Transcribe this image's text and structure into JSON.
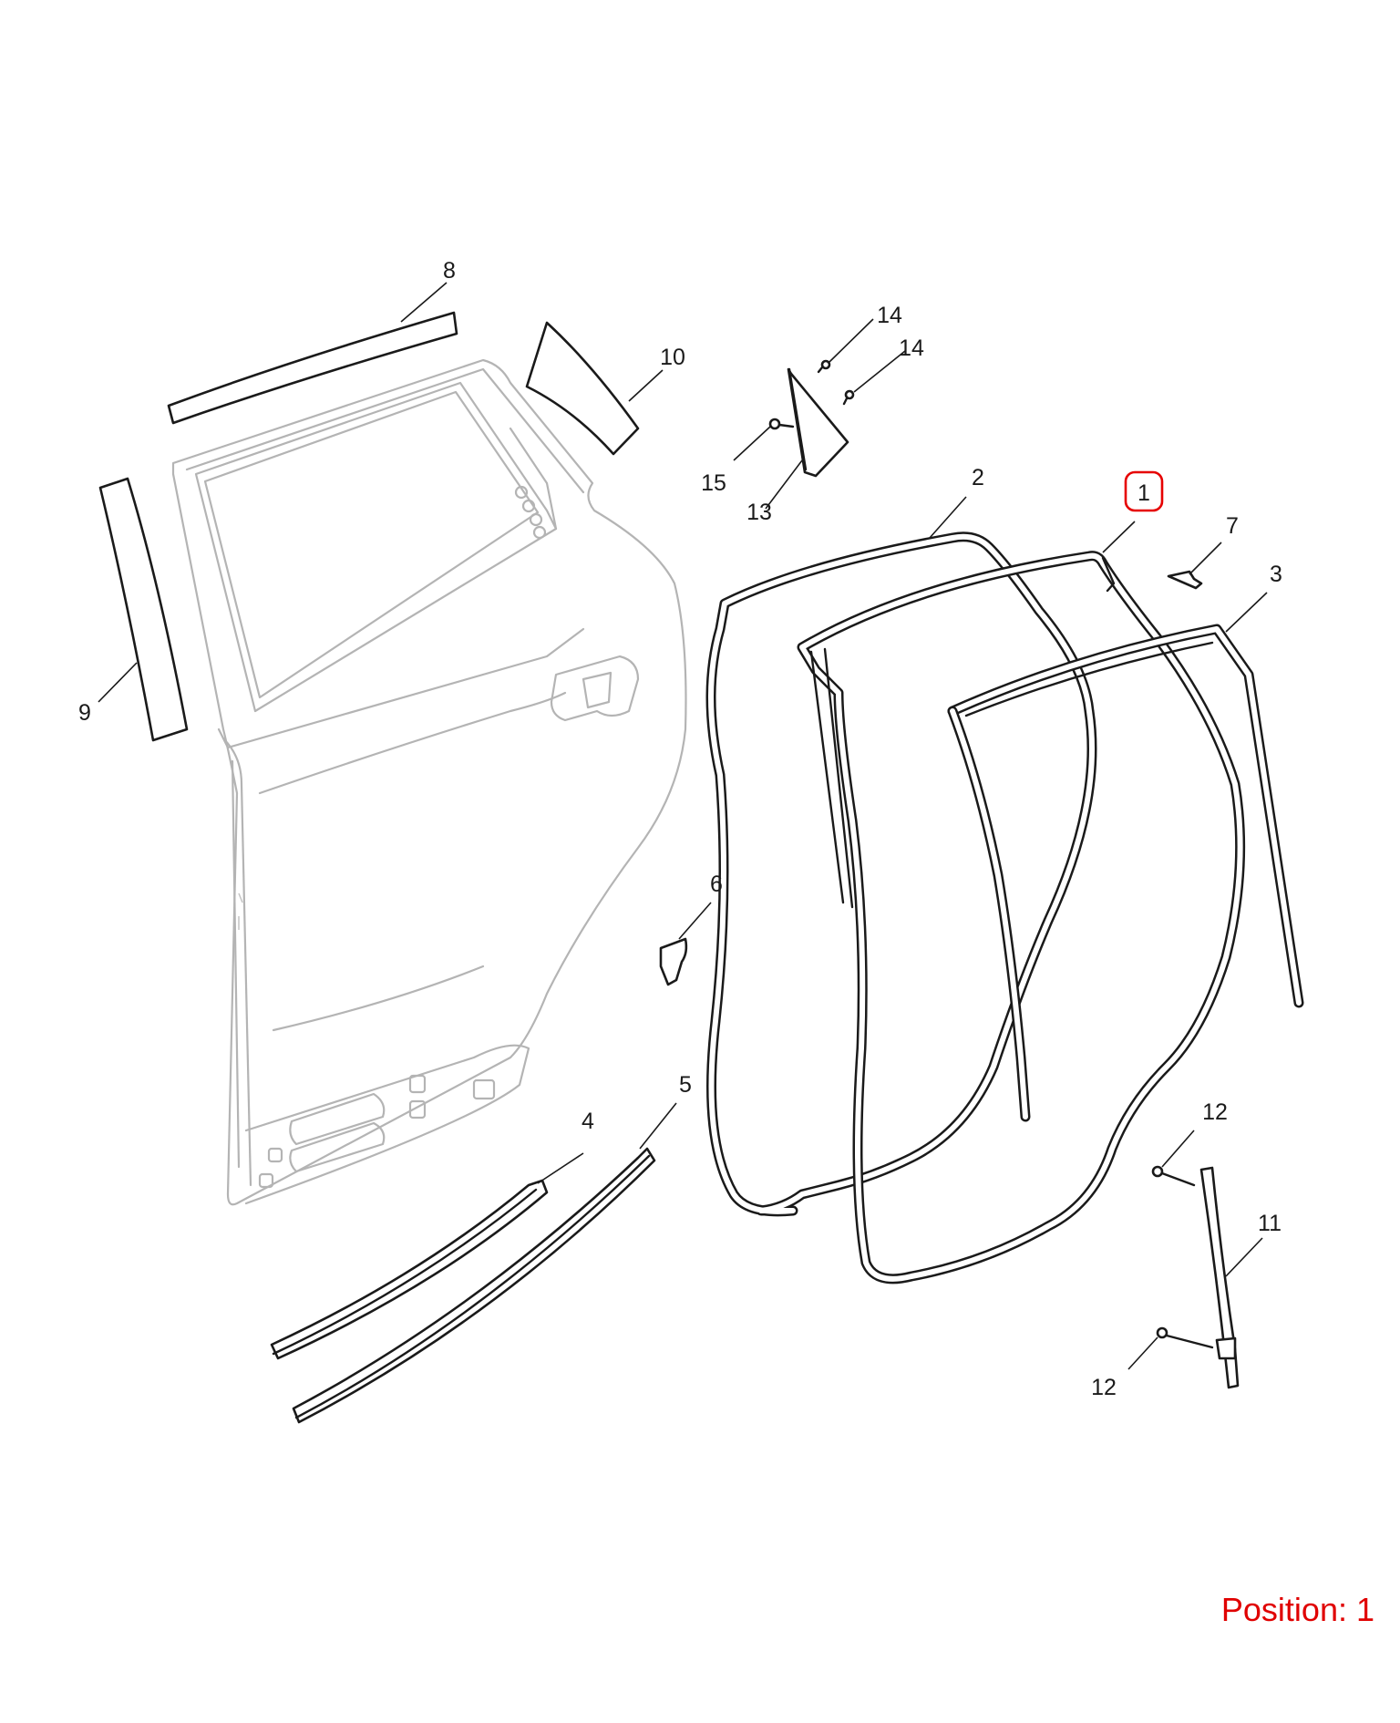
{
  "diagram": {
    "callouts": [
      {
        "id": "1",
        "label": "1",
        "highlighted": true
      },
      {
        "id": "2",
        "label": "2"
      },
      {
        "id": "3",
        "label": "3"
      },
      {
        "id": "4",
        "label": "4"
      },
      {
        "id": "5",
        "label": "5"
      },
      {
        "id": "6",
        "label": "6"
      },
      {
        "id": "7",
        "label": "7"
      },
      {
        "id": "8",
        "label": "8"
      },
      {
        "id": "9",
        "label": "9"
      },
      {
        "id": "10",
        "label": "10"
      },
      {
        "id": "11",
        "label": "11"
      },
      {
        "id": "12a",
        "label": "12"
      },
      {
        "id": "12b",
        "label": "12"
      },
      {
        "id": "13",
        "label": "13"
      },
      {
        "id": "14a",
        "label": "14"
      },
      {
        "id": "14b",
        "label": "14"
      },
      {
        "id": "15",
        "label": "15"
      }
    ],
    "highlight_color": "#e60000"
  },
  "footer": {
    "position_prefix": "Position: ",
    "position_value": "1"
  }
}
